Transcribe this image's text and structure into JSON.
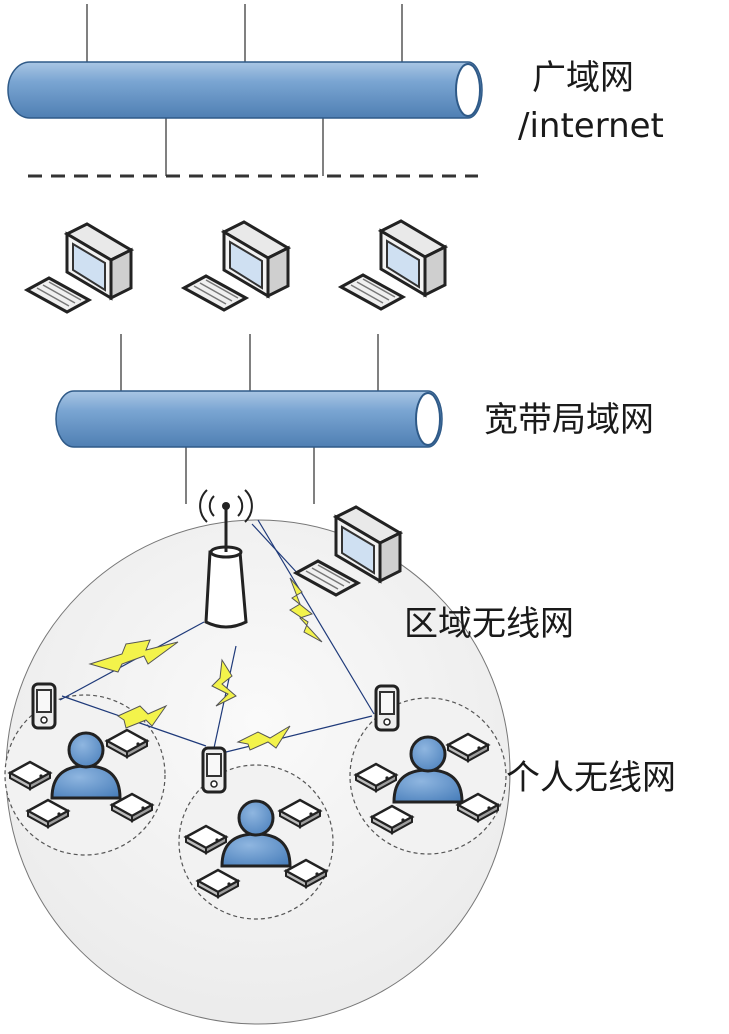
{
  "labels": {
    "wan_line1": "广域网",
    "wan_line2": "/internet",
    "broadband_lan": "宽带局域网",
    "regional_wireless": "区域无线网",
    "personal_wireless": "个人无线网"
  },
  "icons": {
    "pipe": "network-bus-cylinder",
    "pc": "desktop-computer",
    "router": "wireless-access-point",
    "phone": "mobile-phone",
    "user": "person",
    "device": "small-device",
    "link": "lightning-bolt"
  },
  "colors": {
    "pipe": "#6f9bc8",
    "pipe_dark": "#41719c",
    "user": "#5b8fc7",
    "bolt": "#f1f14a",
    "link_line": "#1f3a7a",
    "circle_fill": "#f2f2f2"
  }
}
